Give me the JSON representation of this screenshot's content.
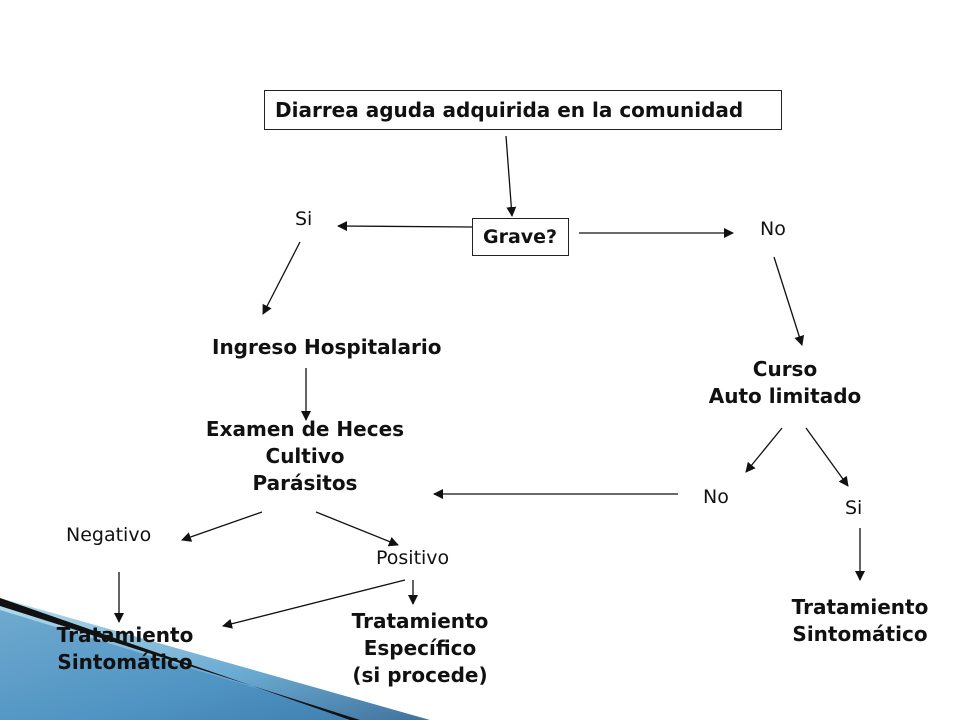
{
  "nodes": {
    "top": "Diarrea aguda adquirida en la comunidad",
    "grave": "Grave?",
    "si_1": "Si",
    "no_1": "No",
    "ingreso": "Ingreso Hospitalario",
    "examen": [
      "Examen de Heces",
      "Cultivo",
      "Parásitos"
    ],
    "curso": [
      "Curso",
      "Auto limitado"
    ],
    "no_2": "No",
    "si_2": "Si",
    "negativo": "Negativo",
    "positivo": "Positivo",
    "trat_sint_left": [
      "Tratamiento",
      "Sintomático"
    ],
    "trat_especifico": [
      "Tratamiento",
      "Específico",
      "(si procede)"
    ],
    "trat_sint_right": [
      "Tratamiento",
      "Sintomático"
    ]
  },
  "colors": {
    "line": "#111111",
    "deco_dark": "#111111",
    "deco_blue": "#1e5a8c",
    "deco_light": "#8fc4e0"
  }
}
